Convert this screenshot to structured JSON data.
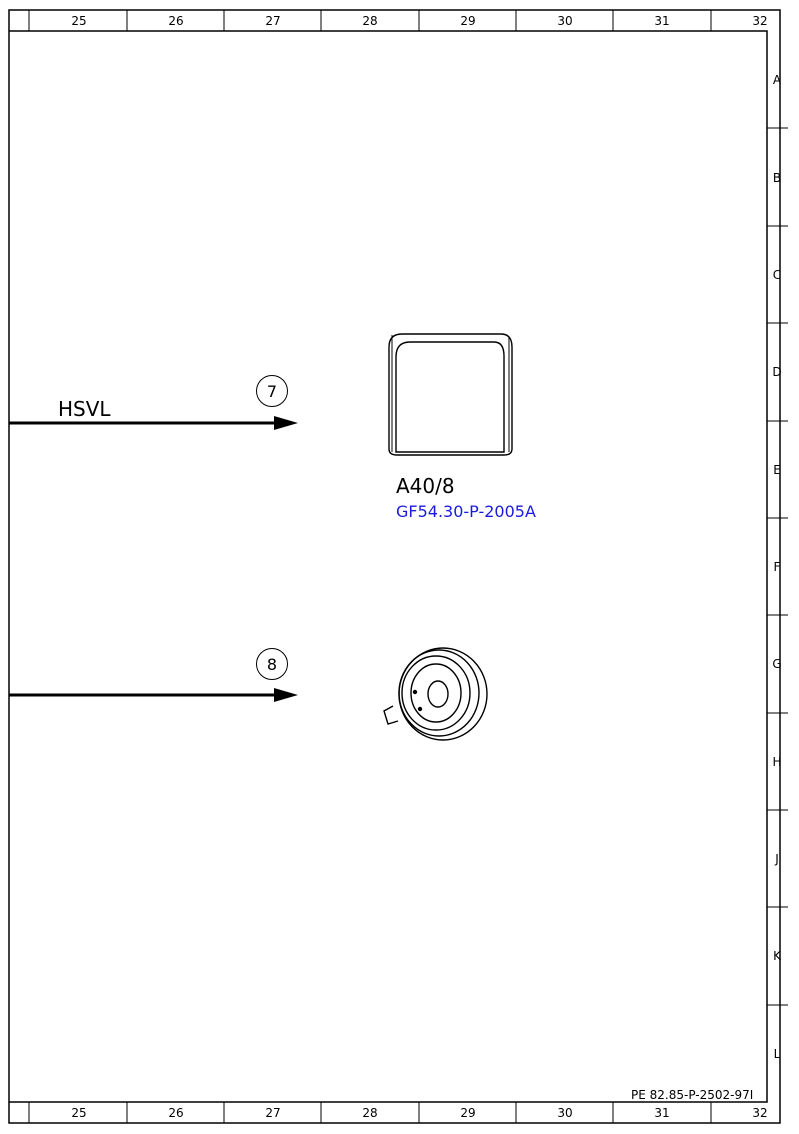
{
  "frame": {
    "columns": [
      "25",
      "26",
      "27",
      "28",
      "29",
      "30",
      "31",
      "32"
    ],
    "rows": [
      "A",
      "B",
      "C",
      "D",
      "E",
      "F",
      "G",
      "H",
      "J",
      "K",
      "L"
    ],
    "document_id": "PE 82.85-P-2502-97I"
  },
  "signals": [
    {
      "bubble": "7",
      "net_label": "HSVL"
    },
    {
      "bubble": "8",
      "net_label": ""
    }
  ],
  "components": [
    {
      "id": "A40/8",
      "link": "GF54.30-P-2005A",
      "icon": "display-unit-icon"
    },
    {
      "id": "",
      "link": "",
      "icon": "round-speaker-icon"
    }
  ],
  "colors": {
    "line": "#000000",
    "link": "#1a1adc",
    "background": "#ffffff"
  }
}
